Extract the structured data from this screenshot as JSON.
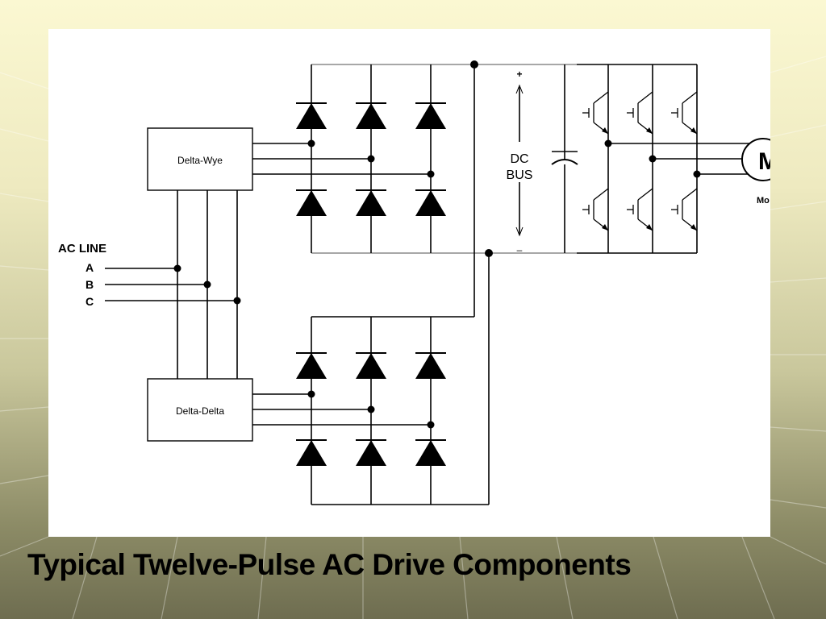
{
  "slide": {
    "title": "Typical Twelve-Pulse AC Drive Components"
  },
  "diagram": {
    "transformer_top_label": "Delta-Wye",
    "transformer_bottom_label": "Delta-Delta",
    "ac_line_label": "AC LINE",
    "phases": [
      "A",
      "B",
      "C"
    ],
    "dc_bus_label_1": "DC",
    "dc_bus_label_2": "BUS",
    "plus_sign": "+",
    "minus_sign": "–",
    "motor_symbol": "M",
    "motor_caption": "Mo"
  },
  "colors": {
    "wire": "#000000",
    "bus_rail": "#8a8a8a",
    "panel": "#ffffff"
  }
}
